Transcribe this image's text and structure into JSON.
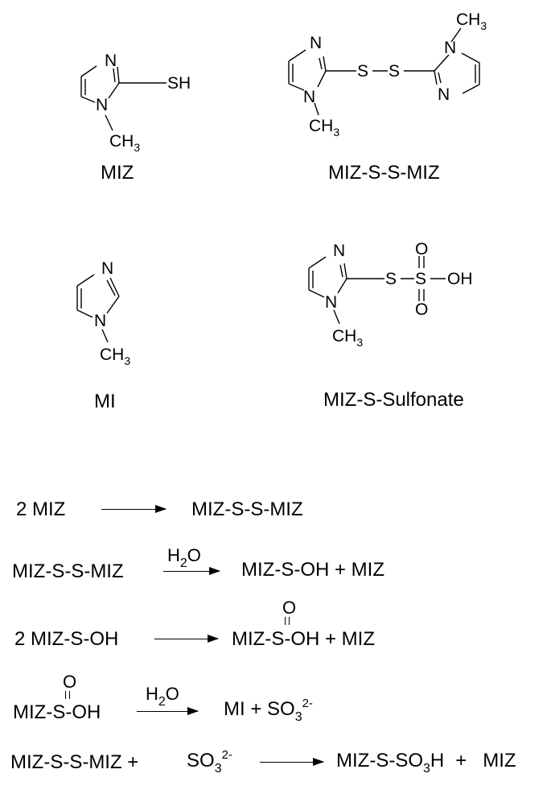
{
  "compounds": {
    "miz": {
      "name": "MIZ",
      "atoms": {
        "n_top": "N",
        "n_bottom": "N",
        "sh": "SH",
        "ch3_c": "CH",
        "ch3_sub": "3"
      }
    },
    "dimer": {
      "name": "MIZ-S-S-MIZ",
      "atoms": {
        "n1": "N",
        "n2": "N",
        "n3": "N",
        "n4": "N",
        "s1": "S",
        "s2": "S",
        "ch3a_c": "CH",
        "ch3a_sub": "3",
        "ch3b_c": "CH",
        "ch3b_sub": "3"
      }
    },
    "mi": {
      "name": "MI",
      "atoms": {
        "n_top": "N",
        "n_bottom": "N",
        "ch3_c": "CH",
        "ch3_sub": "3"
      }
    },
    "sulfonate": {
      "name": "MIZ-S-Sulfonate",
      "atoms": {
        "n_top": "N",
        "n_bottom": "N",
        "s1": "S",
        "s2": "S",
        "o_top": "O",
        "o_bottom": "O",
        "oh": "OH",
        "ch3_c": "CH",
        "ch3_sub": "3"
      }
    }
  },
  "reactions": [
    {
      "reactants": "2 MIZ",
      "condition": "",
      "products": "MIZ-S-S-MIZ"
    },
    {
      "reactants": "MIZ-S-S-MIZ",
      "condition": {
        "main": "H",
        "sub": "2",
        "tail": "O"
      },
      "products": "MIZ-S-OH + MIZ"
    },
    {
      "reactants": "2 MIZ-S-OH",
      "condition": "",
      "products": {
        "pre": "MIZ-",
        "s": "S",
        "post": "-OH + MIZ",
        "oxo": "O"
      }
    },
    {
      "reactants": {
        "pre": "MIZ-",
        "s": "S",
        "post": "-OH",
        "oxo": "O"
      },
      "condition": {
        "main": "H",
        "sub": "2",
        "tail": "O"
      },
      "products": {
        "main": "MI + SO",
        "sub": "3",
        "sup": "2-"
      }
    },
    {
      "reactants": "MIZ-S-S-MIZ +",
      "reagent": {
        "main": "SO",
        "sub": "3",
        "sup": "2-"
      },
      "products": {
        "main": "MIZ-S-SO",
        "sub": "3",
        "tail": "H",
        "extra": "+   MIZ"
      }
    }
  ]
}
